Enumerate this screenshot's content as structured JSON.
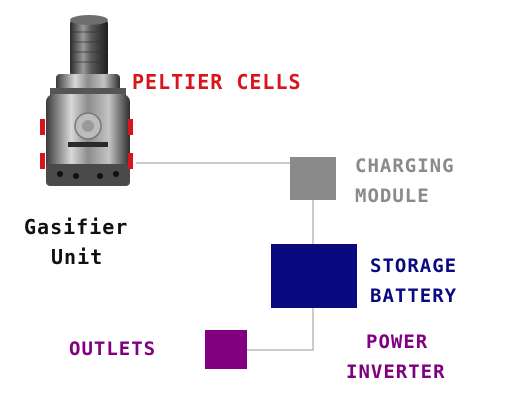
{
  "labels": {
    "peltier": "PELTIER CELLS",
    "gasifier_line1": "Gasifier",
    "gasifier_line2": "Unit",
    "charging_line1": "CHARGING",
    "charging_line2": "MODULE",
    "storage_line1": "STORAGE",
    "storage_line2": "BATTERY",
    "power_line1": "POWER",
    "power_line2": "INVERTER",
    "outlets": "OUTLETS"
  },
  "colors": {
    "peltier_red": "#d8141c",
    "charging_gray": "#8a8a8a",
    "storage_navy": "#0a0a80",
    "outlets_purple": "#800080",
    "connector_gray": "#9a9a9a",
    "gasifier_text": "#111111"
  }
}
